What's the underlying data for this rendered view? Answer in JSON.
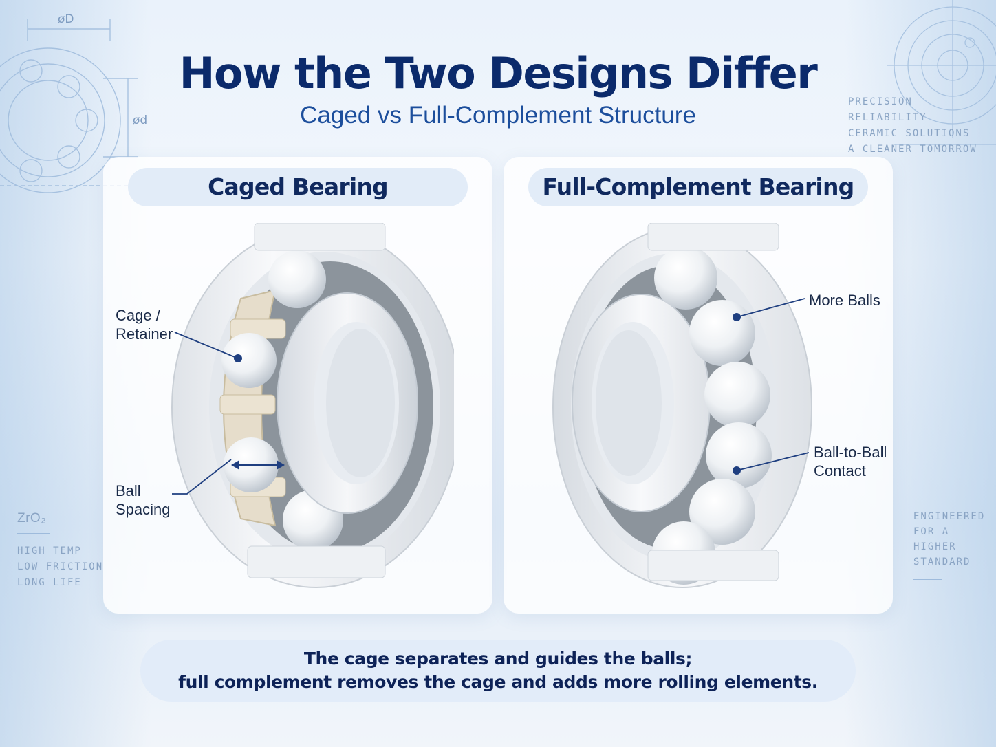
{
  "header": {
    "title": "How the Two Designs Differ",
    "subtitle": "Caged vs Full-Complement Structure"
  },
  "blueprint_left": {
    "dim_outer": "øD",
    "dim_inner": "ød"
  },
  "side_right_top": {
    "lines": [
      "PRECISION",
      "RELIABILITY",
      "CERAMIC SOLUTIONS",
      "A CLEANER TOMORROW"
    ]
  },
  "side_left_bottom": {
    "material": "ZrO₂",
    "lines": [
      "HIGH TEMP",
      "LOW FRICTION",
      "LONG LIFE"
    ]
  },
  "side_right_bottom": {
    "lines": [
      "ENGINEERED",
      "FOR A",
      "HIGHER",
      "STANDARD"
    ]
  },
  "caged_panel": {
    "heading": "Caged Bearing",
    "labels": {
      "cage_line1": "Cage /",
      "cage_line2": "Retainer",
      "spacing_line1": "Ball",
      "spacing_line2": "Spacing"
    }
  },
  "full_panel": {
    "heading": "Full-Complement Bearing",
    "labels": {
      "more_balls": "More Balls",
      "contact_line1": "Ball-to-Ball",
      "contact_line2": "Contact"
    }
  },
  "caption": {
    "line1": "The cage separates and guides the balls;",
    "line2": "full complement removes the cage and adds more rolling elements."
  },
  "colors": {
    "title": "#0b2a6b",
    "subtitle": "#1c4e9c",
    "heading_pill": "#e2ecf8",
    "callout_line": "#1f3f80",
    "cage": "#e6ddcb",
    "ceramic": "#f4f6f8"
  }
}
